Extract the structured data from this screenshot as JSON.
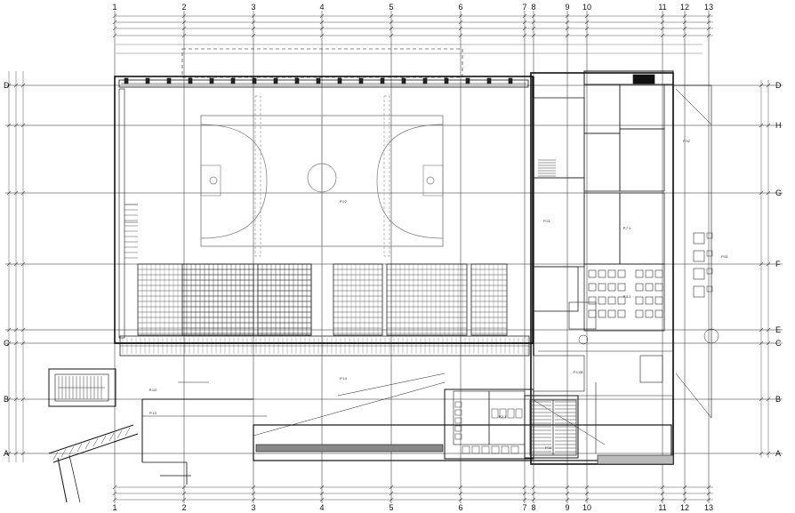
{
  "drawing": {
    "title": "",
    "grid_top": [
      "1",
      "2",
      "3",
      "4",
      "5",
      "6",
      "7",
      "8",
      "9",
      "10",
      "11",
      "12",
      "13"
    ],
    "grid_bottom": [
      "1",
      "2",
      "3",
      "4",
      "5",
      "6",
      "7",
      "8",
      "9",
      "10",
      "11",
      "12",
      "13"
    ],
    "grid_rows_left": [
      "D",
      "C",
      "B",
      "A"
    ],
    "grid_rows_right": [
      "D",
      "H",
      "G",
      "F",
      "E",
      "C",
      "B",
      "A"
    ],
    "room_labels": [
      {
        "id": "hall",
        "text": "P.22"
      },
      {
        "id": "lobby",
        "text": "P.14"
      },
      {
        "id": "corridor",
        "text": "P.1/2"
      },
      {
        "id": "stairs",
        "text": "P.11"
      },
      {
        "id": "store",
        "text": "P.21"
      },
      {
        "id": "cafe",
        "text": "P.5.3"
      },
      {
        "id": "office",
        "text": "P.7.1"
      },
      {
        "id": "entrance",
        "text": "P.1.08"
      },
      {
        "id": "wc",
        "text": "P.2.1"
      },
      {
        "id": "side",
        "text": "P.13"
      },
      {
        "id": "east",
        "text": "P.32"
      },
      {
        "id": "tech",
        "text": "P.51"
      }
    ]
  }
}
